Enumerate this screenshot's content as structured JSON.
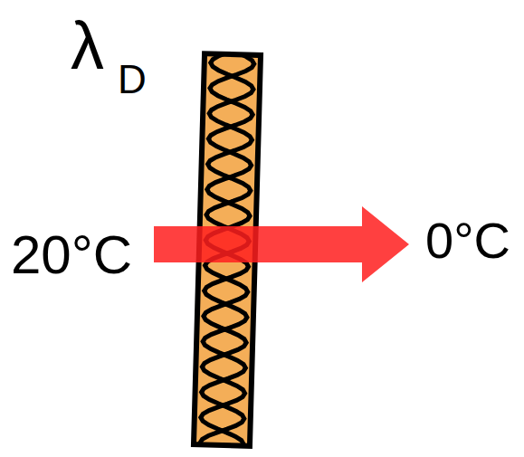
{
  "diagram": {
    "labels": [
      "λ",
      "D",
      "20°C",
      "0°C"
    ]
  }
}
